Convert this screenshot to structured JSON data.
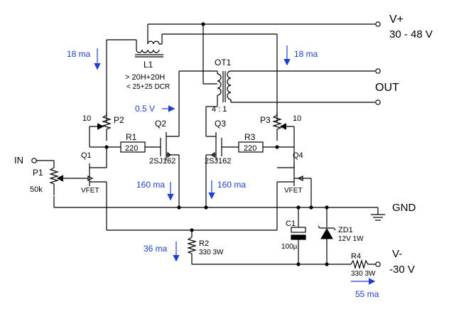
{
  "rails": {
    "vplus_label": "V+",
    "vplus_range": "30 - 48 V",
    "out_label": "OUT",
    "gnd_label": "GND",
    "vminus_label": "V-",
    "vminus_value": "-30 V",
    "in_label": "IN"
  },
  "components": {
    "L1": {
      "ref": "L1",
      "spec1": "> 20H+20H",
      "spec2": "< 25+25 DCR"
    },
    "OT1": {
      "ref": "OT1",
      "ratio": "4 : 1"
    },
    "P1": {
      "ref": "P1",
      "value": "50k"
    },
    "P2": {
      "ref": "P2",
      "value": "10"
    },
    "P3": {
      "ref": "P3",
      "value": "10"
    },
    "R1": {
      "ref": "R1",
      "value": "220"
    },
    "R3": {
      "ref": "R3",
      "value": "220"
    },
    "R2": {
      "ref": "R2",
      "value": "330 3W"
    },
    "R4": {
      "ref": "R4",
      "value": "330 3W"
    },
    "Q1": {
      "ref": "Q1",
      "type": "VFET"
    },
    "Q4": {
      "ref": "Q4",
      "type": "VFET"
    },
    "Q2": {
      "ref": "Q2",
      "type": "2SJ162"
    },
    "Q3": {
      "ref": "Q3",
      "type": "2SJ162"
    },
    "C1": {
      "ref": "C1",
      "value": "100µ"
    },
    "ZD1": {
      "ref": "ZD1",
      "value": "12V 1W"
    }
  },
  "annotations": {
    "i_left_top": "18 ma",
    "i_right_top": "18 ma",
    "v_q2": "0.5 V",
    "i_q2": "160 ma",
    "i_q3": "160 ma",
    "i_r2": "36 ma",
    "i_r4": "55 ma"
  },
  "colors": {
    "annotation": "#1f3fcf",
    "wire": "#000000"
  }
}
